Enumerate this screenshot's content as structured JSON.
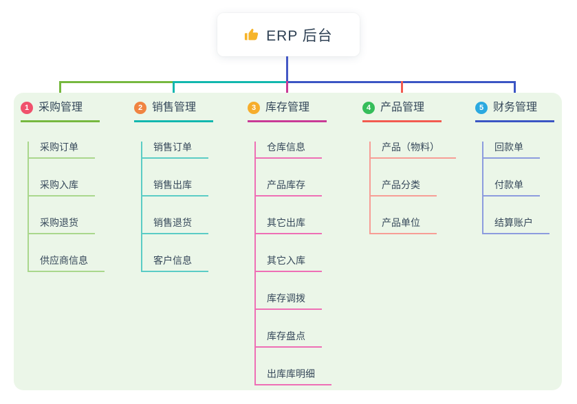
{
  "root": {
    "title": "ERP 后台",
    "icon": "thumbs-up",
    "icon_color": "#f6b42a"
  },
  "colors": {
    "panel_bg": "#ebf6e8",
    "root_line": "#4458c5",
    "text": "#36485a"
  },
  "branches": [
    {
      "index": "1",
      "label": "采购管理",
      "badge_color": "#f0516c",
      "line_color": "#76b83f",
      "child_line_color": "#a9d78c",
      "children": [
        "采购订单",
        "采购入库",
        "采购退货",
        "供应商信息"
      ]
    },
    {
      "index": "2",
      "label": "销售管理",
      "badge_color": "#f08441",
      "line_color": "#12b7ae",
      "child_line_color": "#5accc5",
      "children": [
        "销售订单",
        "销售出库",
        "销售退货",
        "客户信息"
      ]
    },
    {
      "index": "3",
      "label": "库存管理",
      "badge_color": "#f6ad2c",
      "line_color": "#c93a96",
      "child_line_color": "#ee6eb5",
      "children": [
        "仓库信息",
        "产品库存",
        "其它出库",
        "其它入库",
        "库存调拨",
        "库存盘点",
        "出库库明细"
      ]
    },
    {
      "index": "4",
      "label": "产品管理",
      "badge_color": "#35bd5a",
      "line_color": "#f25b50",
      "child_line_color": "#f79d95",
      "children": [
        "产品（物料）",
        "产品分类",
        "产品单位"
      ]
    },
    {
      "index": "5",
      "label": "财务管理",
      "badge_color": "#2ba9e0",
      "line_color": "#3b55c4",
      "child_line_color": "#8c9bde",
      "children": [
        "回款单",
        "付款单",
        "结算账户"
      ]
    }
  ]
}
